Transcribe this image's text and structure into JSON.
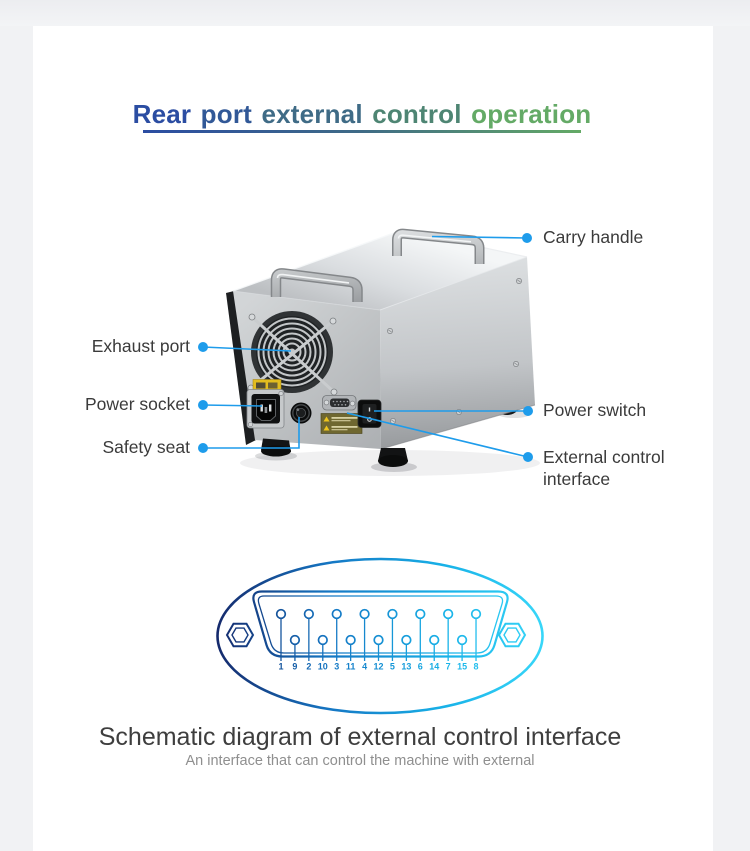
{
  "page": {
    "title": "Rear port external control operation"
  },
  "machine": {
    "callouts": {
      "left": [
        {
          "label": "Exhaust port"
        },
        {
          "label": "Power socket"
        },
        {
          "label": "Safety seat"
        }
      ],
      "right": [
        {
          "label": "Carry handle"
        },
        {
          "label": "Power switch"
        },
        {
          "label": "External control interface"
        }
      ]
    }
  },
  "schematic": {
    "pin_order": [
      "1",
      "9",
      "2",
      "10",
      "3",
      "11",
      "4",
      "12",
      "5",
      "13",
      "6",
      "14",
      "7",
      "15",
      "8"
    ],
    "caption": "Schematic diagram of external control interface",
    "subtitle": "An interface that can control the machine with external"
  },
  "colors": {
    "callout_blue": "#1e9ceb",
    "title_word_colors": [
      "#2b4da2",
      "#315897",
      "#3f6b86",
      "#4e8573",
      "#64aa66"
    ],
    "schematic_navy": "#15296b",
    "schematic_blue": "#1577c4",
    "schematic_cyan": "#38d7f9",
    "label_text": "#3b3b3b"
  }
}
